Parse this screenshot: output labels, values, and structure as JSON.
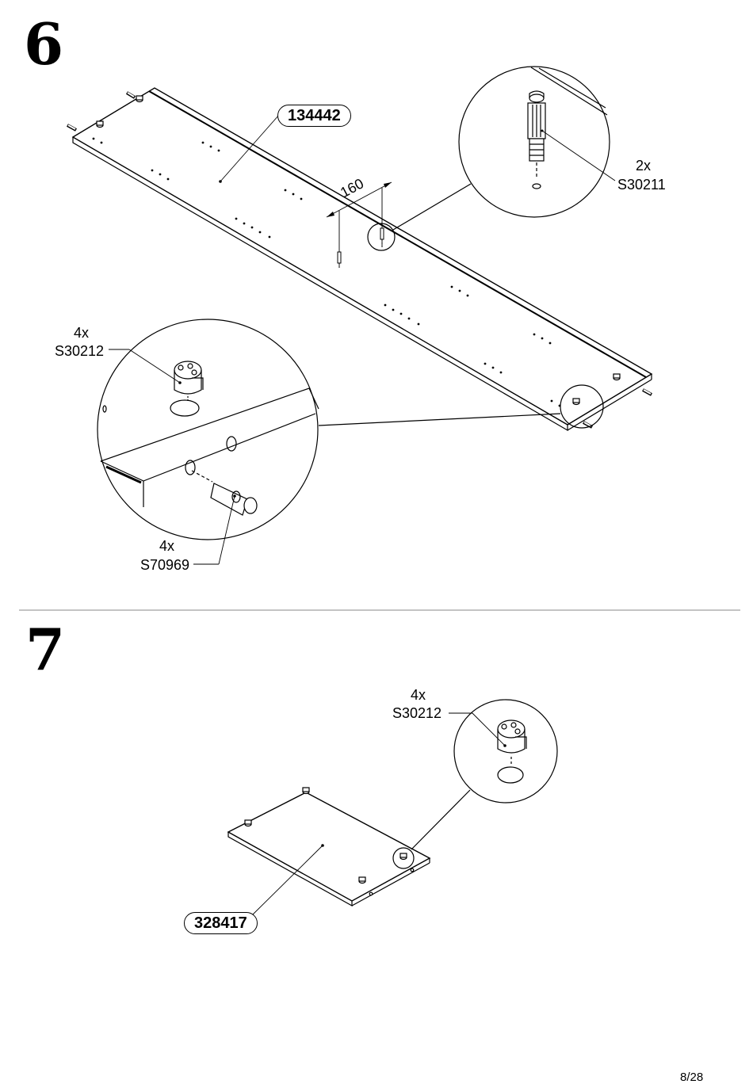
{
  "page": {
    "page_number": "8/28"
  },
  "step6": {
    "step_number": "6",
    "board_part_number": "134442",
    "dimension_label": "160",
    "cam_bolt": {
      "qty": "2x",
      "code": "S30211"
    },
    "cam_lock": {
      "qty": "4x",
      "code": "S30212"
    },
    "dowel": {
      "qty": "4x",
      "code": "S70969"
    }
  },
  "step7": {
    "step_number": "7",
    "board_part_number": "328417",
    "cam_lock": {
      "qty": "4x",
      "code": "S30212"
    }
  }
}
